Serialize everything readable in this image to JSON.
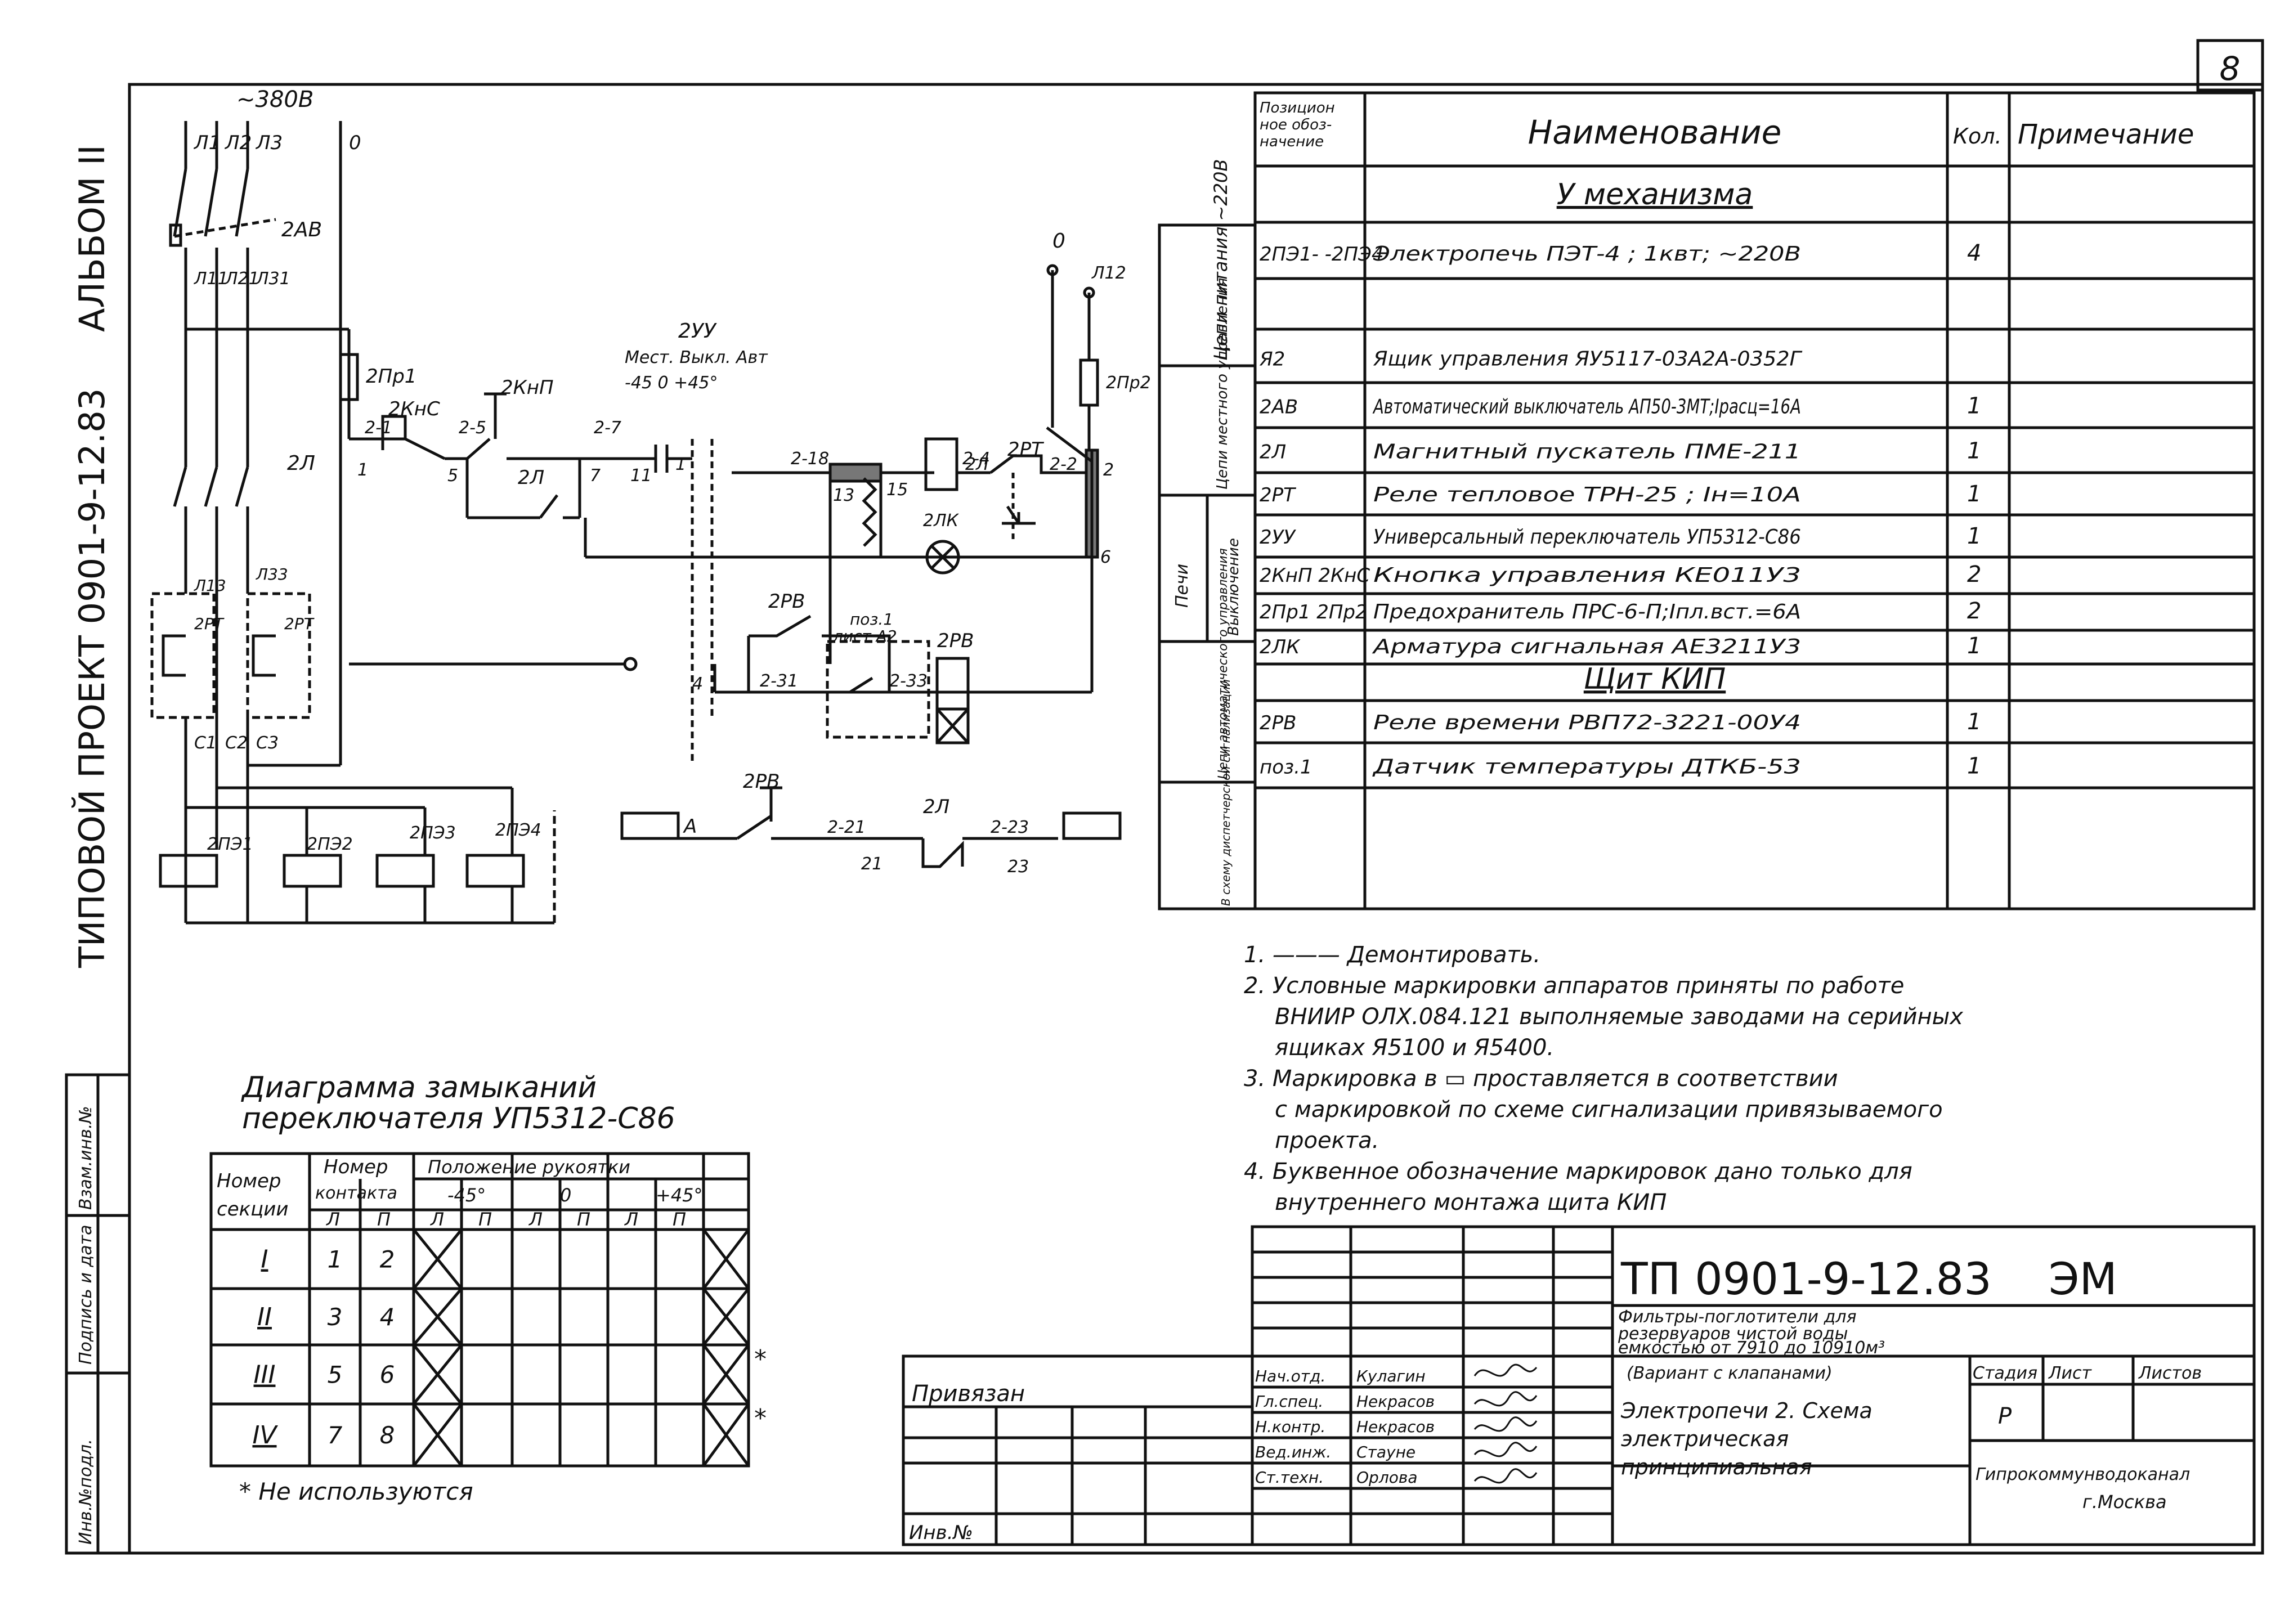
{
  "sheet": {
    "number": "8",
    "side_title": "ТИПОВОЙ ПРОЕКТ 0901-9-12.83",
    "side_album": "АЛЬБОМ II",
    "stamp_left": "Инв.№подл.",
    "stamp_mid": "Подпись и дата",
    "stamp_right": "Взам.инв.№"
  },
  "schematic": {
    "supply": "~380В",
    "phases": [
      "Л1",
      "Л2",
      "Л3",
      "0"
    ],
    "phases_after": [
      "Л11",
      "Л21",
      "Л31"
    ],
    "breaker": "2АВ",
    "fuse1": "2Пр1",
    "fuse2": "2Пр2",
    "contactor": "2Л",
    "heater_taps": [
      "Л13",
      "Л33"
    ],
    "thermal_relay": "2РТ",
    "windings": [
      "С1",
      "С2",
      "С3"
    ],
    "heaters": [
      "2ПЭ1",
      "2ПЭ2",
      "2ПЭ3",
      "2ПЭ4"
    ],
    "btn_kns": "2КнС",
    "btn_knp": "2КнП",
    "switch_title": "2УУ",
    "switch_sub": "Мест. Выкл. Авт",
    "switch_angles": "-45  0 +45°",
    "node_0": "0",
    "node_l12": "Л12",
    "wires": [
      "2-1",
      "2-5",
      "2-7",
      "2-18",
      "2-4",
      "2-2",
      "2-31",
      "2-33",
      "2-21",
      "2-23"
    ],
    "nodes": [
      "1",
      "5",
      "7",
      "11",
      "1",
      "13",
      "15",
      "2",
      "6",
      "4",
      "21",
      "23"
    ],
    "coil_label": "2Л",
    "lamp": "2ЛК",
    "rt": "2РТ",
    "rv": "2РВ",
    "pos1": "поз.1",
    "sheet_a2": "лист А2",
    "rv2": "2РВ",
    "contact_l": "2Л",
    "box_a": "А"
  },
  "spec_table": {
    "headers": [
      "Позиционное обозначение",
      "Наименование",
      "Кол.",
      "Примечание"
    ],
    "rows": [
      {
        "pos": "",
        "name": "У механизма",
        "qty": "",
        "note": "",
        "heading": true
      },
      {
        "pos": "2ПЭ1- -2ПЭ4",
        "name": "Электропечь ПЭТ-4 ; 1квт; ~220В",
        "qty": "4",
        "note": ""
      },
      {
        "pos": "",
        "name": "",
        "qty": "",
        "note": ""
      },
      {
        "pos": "Я2",
        "name": "Ящик управления ЯУ5117-03А2А-0352Г",
        "qty": "",
        "note": ""
      },
      {
        "pos": "2АВ",
        "name": "Автоматический выключатель АП50-3МТ;Iрасц=16А",
        "qty": "1",
        "note": ""
      },
      {
        "pos": "2Л",
        "name": "Магнитный пускатель ПМЕ-211",
        "qty": "1",
        "note": ""
      },
      {
        "pos": "2РТ",
        "name": "Реле тепловое ТРН-25 ; Iн=10А",
        "qty": "1",
        "note": ""
      },
      {
        "pos": "2УУ",
        "name": "Универсальный переключатель УП5312-С86",
        "qty": "1",
        "note": ""
      },
      {
        "pos": "2КнП 2КнС",
        "name": "Кнопка управления КЕ011У3",
        "qty": "2",
        "note": ""
      },
      {
        "pos": "2Пр1 2Пр2",
        "name": "Предохранитель ПРС-6-П;Iпл.вст.=6А",
        "qty": "2",
        "note": ""
      },
      {
        "pos": "2ЛК",
        "name": "Арматура сигнальная АЕ3211У3",
        "qty": "1",
        "note": ""
      },
      {
        "pos": "",
        "name": "Щит КИП",
        "qty": "",
        "note": "",
        "heading": true
      },
      {
        "pos": "2РВ",
        "name": "Реле времени РВП72-3221-00У4",
        "qty": "1",
        "note": ""
      },
      {
        "pos": "поз.1",
        "name": "Датчик температуры ДТКБ-53",
        "qty": "1",
        "note": ""
      }
    ],
    "side_groups": [
      "Цепи питания ~220В",
      "Цепи местного управления",
      "Печи",
      "Выключение",
      "Цепи автоматического управления",
      "В схему диспетчерской сигнализации"
    ]
  },
  "notes": [
    "1. ——— Демонтировать.",
    "2. Условные маркировки аппаратов приняты по работе",
    "ВНИИР ОЛХ.084.121 выполняемые заводами на серийных",
    "ящиках Я5100 и Я5400.",
    "3. Маркировка в ▭ проставляется в соответствии",
    "с маркировкой по схеме сигнализации привязываемого",
    "проекта.",
    "4. Буквенное обозначение маркировок дано только для",
    "внутреннего монтажа щита КИП"
  ],
  "diagram_table": {
    "title1": "Диаграмма замыканий",
    "title2": "переключателя УП5312-С86",
    "h_section": "Номер секции",
    "h_contact": "Номер контакта",
    "h_position": "Положение рукоятки",
    "positions": [
      "-45°",
      "0",
      "+45°"
    ],
    "lp": [
      "Л",
      "П"
    ],
    "rows": [
      {
        "sec": "I",
        "l": "1",
        "p": "2"
      },
      {
        "sec": "II",
        "l": "3",
        "p": "4"
      },
      {
        "sec": "III",
        "l": "5",
        "p": "6"
      },
      {
        "sec": "IV",
        "l": "7",
        "p": "8"
      }
    ],
    "footnote": "* Не используются",
    "star": "*"
  },
  "title_block": {
    "code": "ТП 0901-9-12.83",
    "mark": "ЭМ",
    "bound": "Привязан",
    "inv": "Инв.№",
    "roles": [
      "Нач.отд.",
      "Гл.спец.",
      "Н.контр.",
      "Вед.инж.",
      "Ст.техн."
    ],
    "names": [
      "Кулагин",
      "Некрасов",
      "Некрасов",
      "Стауне",
      "Орлова"
    ],
    "desc": [
      "Фильтры-поглотители для",
      "резервуаров чистой воды",
      "емкостью от 7910 до 10910м³",
      "(Вариант с клапанами)"
    ],
    "title": [
      "Электропечи 2. Схема",
      "электрическая",
      "принципиальная"
    ],
    "stage_h": "Стадия",
    "sheet_h": "Лист",
    "sheets_h": "Листов",
    "stage": "Р",
    "org1": "Гипрокоммунводоканал",
    "org2": "г.Москва"
  }
}
